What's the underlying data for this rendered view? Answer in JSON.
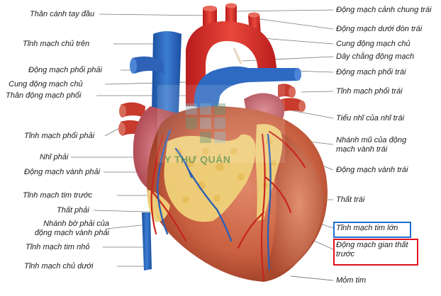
{
  "left_labels": [
    {
      "text": "Thân cánh tay đầu"
    },
    {
      "text": "Tĩnh mạch chủ trên"
    },
    {
      "text": "Động mạch phổi phải"
    },
    {
      "text": "Cung động mạch chủ"
    },
    {
      "text": "Thân động mạch phổi"
    },
    {
      "text": "Tĩnh mạch phổi phải"
    },
    {
      "text": "Nhĩ phải"
    },
    {
      "text": "Động mạch vành phải"
    },
    {
      "text": "Tĩnh mạch tim trước"
    },
    {
      "text": "Thất phải"
    },
    {
      "text": "Nhánh bờ phải của động mạch vành phải"
    },
    {
      "text": "Tĩnh mạch tim nhỏ"
    },
    {
      "text": "Tĩnh mạch chủ dưới"
    }
  ],
  "right_labels": [
    {
      "text": "Động mạch cảnh chung trái"
    },
    {
      "text": "Động mạch dưới đòn trái"
    },
    {
      "text": "Cung động mạch chủ"
    },
    {
      "text": "Dây chằng động mạch"
    },
    {
      "text": "Động mạch phổi trái"
    },
    {
      "text": "Tĩnh mạch phổi trái"
    },
    {
      "text": "Tiểu nhĩ của nhĩ trái"
    },
    {
      "text": "Nhánh mũ của động mạch vành trái"
    },
    {
      "text": "Động mạch vành trái"
    },
    {
      "text": "Thất trái"
    },
    {
      "text": "Tĩnh mạch tim lớn"
    },
    {
      "text": "Động mạch gian thất trước"
    },
    {
      "text": "Mỏm tim"
    }
  ],
  "watermark": {
    "text": "Y THƯ QUÁN"
  },
  "highlight": {
    "blue_box_color": "#1f6fd1",
    "red_box_color": "#e0101a"
  }
}
